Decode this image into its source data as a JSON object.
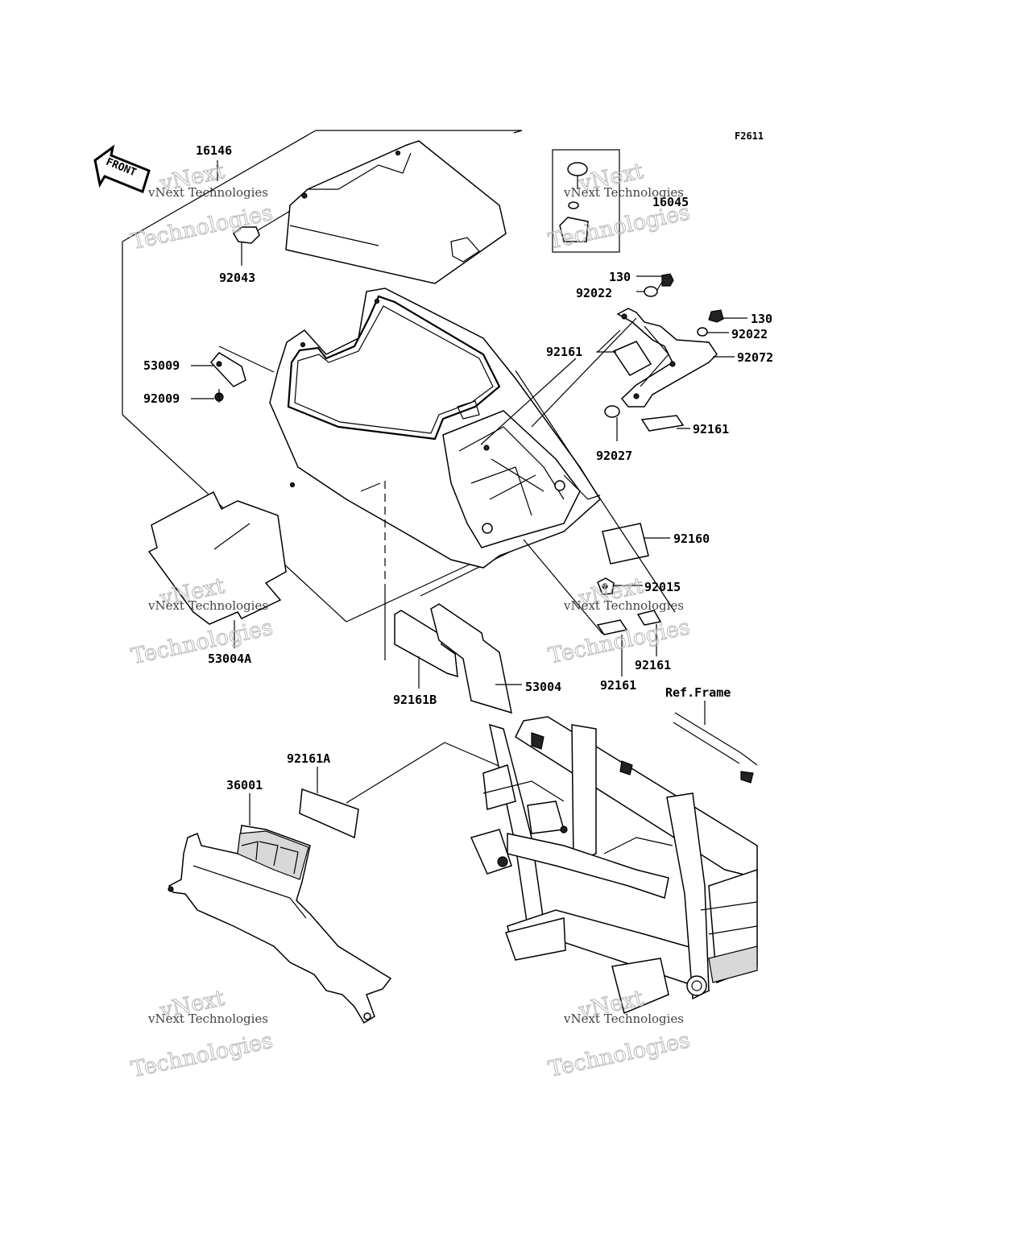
{
  "figure_code": "F2611",
  "front_arrow_label": "FRONT",
  "reference_label": "Ref.Frame",
  "part_labels": {
    "p16146": "16146",
    "p92043": "92043",
    "p53009": "53009",
    "p92009": "92009",
    "p53004A": "53004A",
    "p92161B": "92161B",
    "p53004": "53004",
    "p92161A": "92161A",
    "p36001": "36001",
    "p16045": "16045",
    "p130a": "130",
    "p92022a": "92022",
    "p130b": "130",
    "p92022b": "92022",
    "p92161a": "92161",
    "p92072": "92072",
    "p92027": "92027",
    "p92161b": "92161",
    "p92160": "92160",
    "p92015": "92015",
    "p92161c": "92161",
    "p92161d": "92161"
  },
  "watermark": {
    "line1": "vNext",
    "line2": "vNext Technologies",
    "line3": "Technologies"
  }
}
